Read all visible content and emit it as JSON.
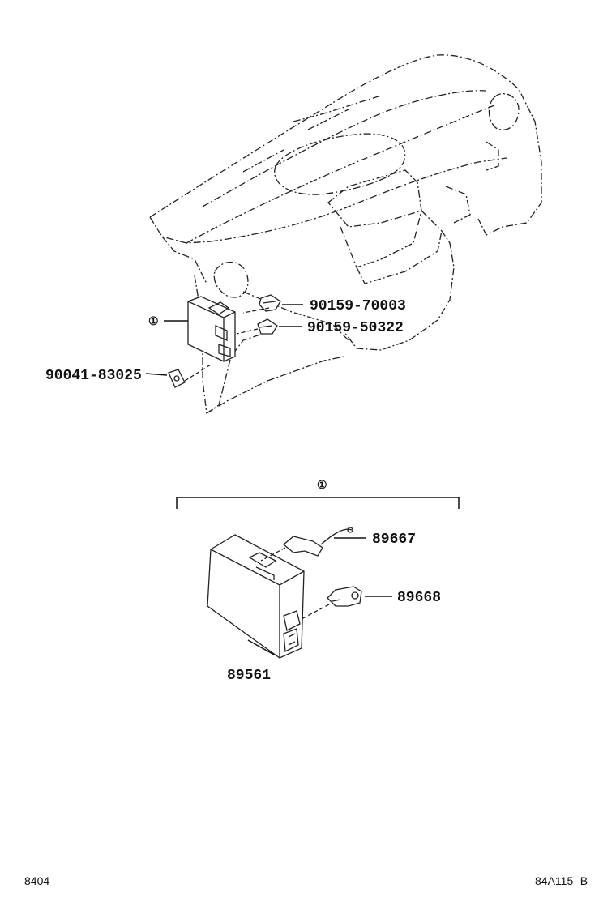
{
  "top_assembly": {
    "callouts": [
      {
        "id": "bolt-upper",
        "part_no": "90159-70003"
      },
      {
        "id": "bolt-lower",
        "part_no": "90159-50322"
      },
      {
        "id": "nut",
        "part_no": "90041-83025"
      }
    ],
    "ref_mark": "①"
  },
  "bottom_assembly": {
    "ref_mark": "①",
    "callouts": [
      {
        "id": "bracket-upper",
        "part_no": "89667"
      },
      {
        "id": "bracket-lower",
        "part_no": "89668"
      },
      {
        "id": "ecu",
        "part_no": "89561"
      }
    ]
  },
  "footer": {
    "left_code": "8404",
    "right_code": "84A115- B"
  }
}
